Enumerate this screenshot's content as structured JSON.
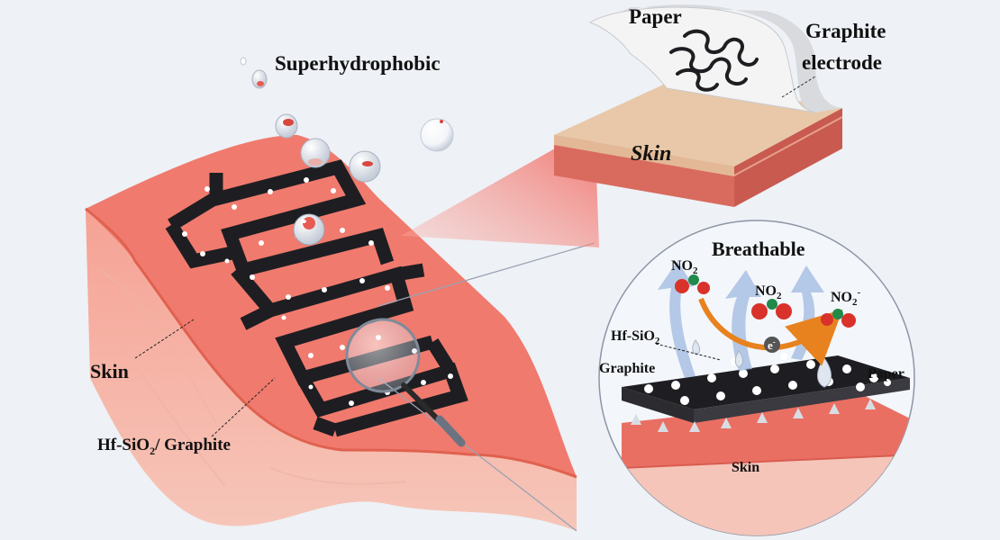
{
  "labels": {
    "superhydrophobic": "Superhydrophobic",
    "paper_top": "Paper",
    "graphite_electrode_1": "Graphite",
    "graphite_electrode_2": "electrode",
    "skin_inset": "Skin",
    "breathable": "Breathable",
    "skin_left": "Skin",
    "hf_sio2_graphite_a": "Hf-SiO",
    "hf_sio2_graphite_sub": "2",
    "hf_sio2_graphite_b": "/ Graphite",
    "hf_sio2_a": "Hf-SiO",
    "hf_sio2_sub": "2",
    "graphite_circle": "Graphite",
    "paper_circle": "Paper",
    "skin_circle": "Skin",
    "no2_1": "NO",
    "no2_1_sub": "2",
    "no2_2": "NO",
    "no2_2_sub": "2",
    "no2_3": "NO",
    "no2_3_sub": "2",
    "no2_3_sup": "-",
    "electron": "e",
    "electron_sup": "-"
  },
  "colors": {
    "background": "#eef1f6",
    "skin_top": "#f07a6e",
    "skin_body": "#f3b1a4",
    "graphite": "#1e1e22",
    "paper": "#f4f4f4",
    "skin_block_top": "#e8c8a8",
    "arrow_orange": "#e8821e",
    "arrow_blue": "#9fb8e0",
    "molecule_red": "#d8322a",
    "molecule_green": "#1f8a4a"
  }
}
